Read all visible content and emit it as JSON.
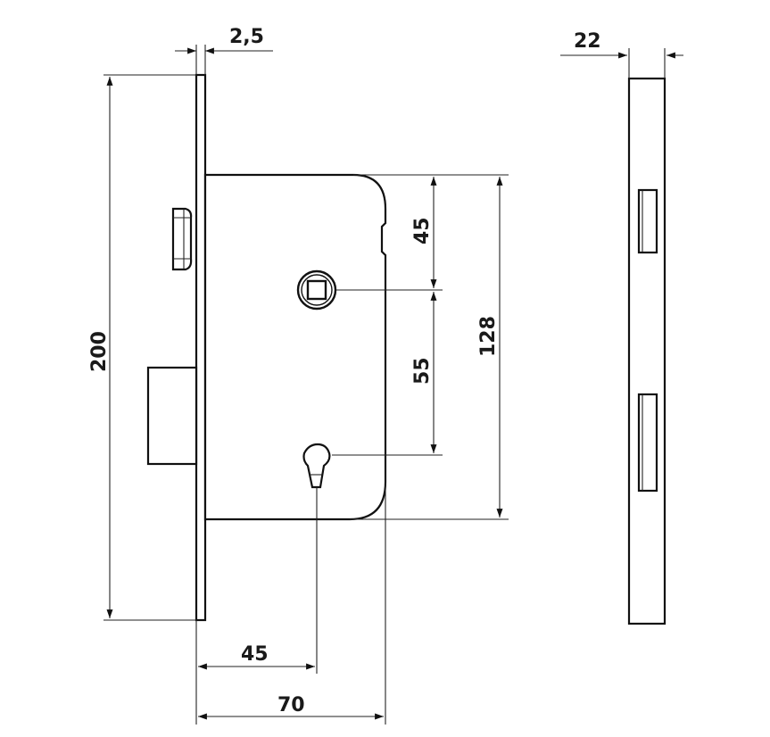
{
  "drawing": {
    "dimensions": {
      "backset_thickness": "2,5",
      "height_total": "200",
      "keyhole_to_follower_upper": "45",
      "follower_to_keyhole": "55",
      "case_height": "128",
      "backset": "45",
      "case_width": "70",
      "faceplate_width": "22"
    },
    "colors": {
      "line": "#111111",
      "background": "#ffffff"
    }
  }
}
